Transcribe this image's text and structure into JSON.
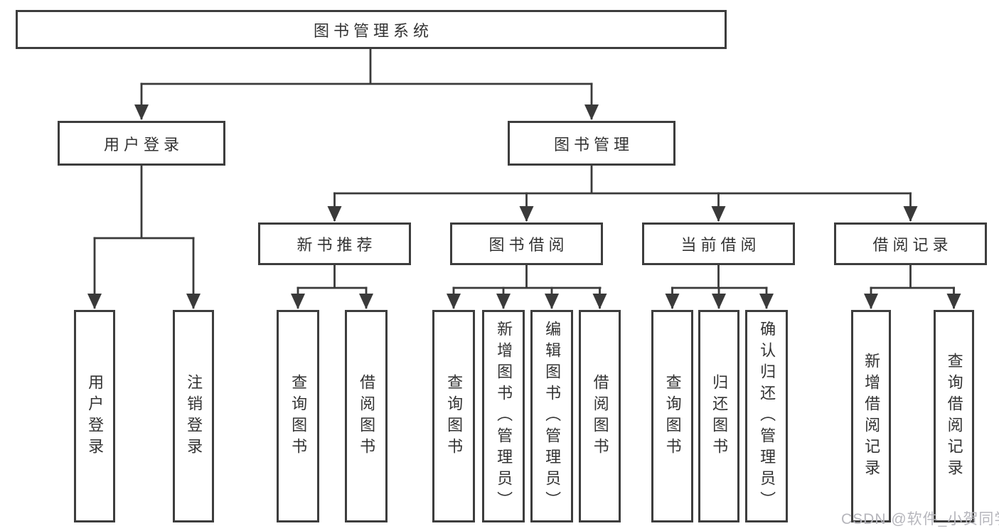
{
  "diagram": {
    "root": {
      "label": "图书管理系统"
    },
    "level2": {
      "user_login": {
        "label": "用户登录"
      },
      "book_management": {
        "label": "图书管理"
      }
    },
    "level3": {
      "new_book_recommend": {
        "label": "新书推荐"
      },
      "book_borrow": {
        "label": "图书借阅"
      },
      "current_borrow": {
        "label": "当前借阅"
      },
      "borrow_records": {
        "label": "借阅记录"
      }
    },
    "leaves": {
      "user_login": {
        "label": "用户登录"
      },
      "logout": {
        "label": "注销登录"
      },
      "recommend_query_books": {
        "label": "查询图书"
      },
      "recommend_borrow_books": {
        "label": "借阅图书"
      },
      "borrow_query_books": {
        "label": "查询图书"
      },
      "borrow_add_books_admin": {
        "label": "新增图书（管理员）"
      },
      "borrow_edit_books_admin": {
        "label": "编辑图书（管理员）"
      },
      "borrow_borrow_books": {
        "label": "借阅图书"
      },
      "current_query_books": {
        "label": "查询图书"
      },
      "current_return_books": {
        "label": "归还图书"
      },
      "current_confirm_return_admin": {
        "label": "确认归还（管理员）"
      },
      "records_add_borrow_record": {
        "label": "新增借阅记录"
      },
      "records_query_borrow_record": {
        "label": "查询借阅记录"
      }
    },
    "watermark": {
      "text": "CSDN @软件_小贺同学"
    },
    "colors": {
      "line": "#3a3a3a",
      "border": "#3d3d3d",
      "text": "#333333",
      "watermark": "#b6b6bc",
      "background": "#ffffff"
    }
  }
}
